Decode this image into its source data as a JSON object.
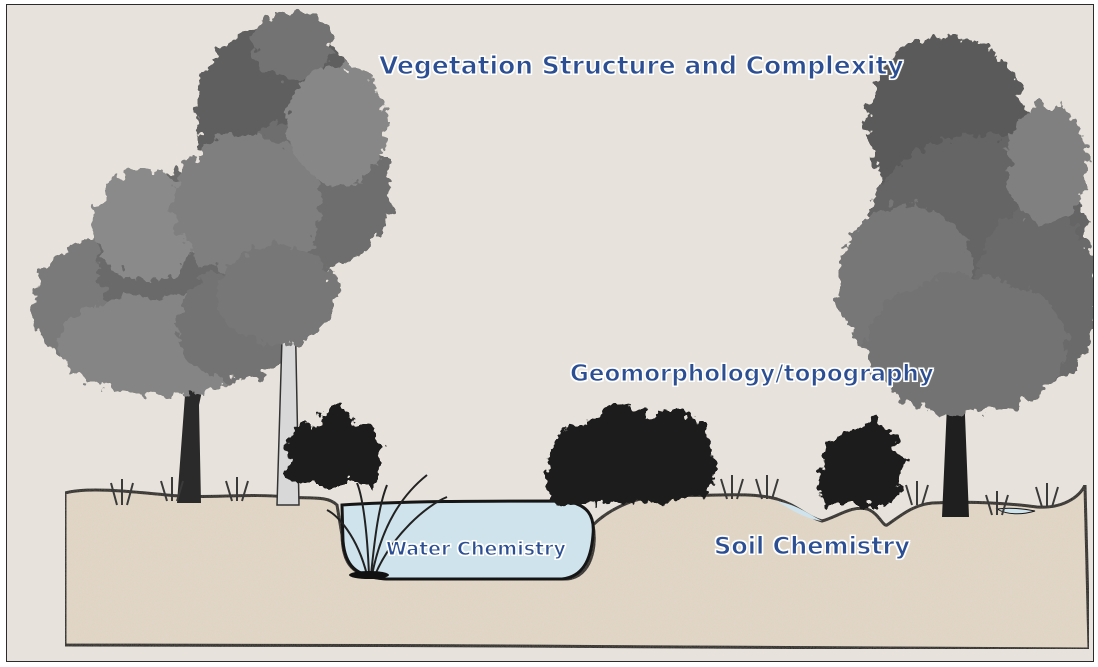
{
  "labels": {
    "vegetation": "Vegetation Structure and Complexity",
    "geomorphology": "Geomorphology/topography",
    "water_chemistry": "Water Chemistry",
    "soil_chemistry": "Soil Chemistry"
  },
  "colors": {
    "background": "#e7e3dc",
    "soil": "#e3d8c8",
    "water": "#cfe3ec",
    "label_text": "#2c4f93",
    "foliage": "#6d6d6d",
    "shrub": "#1e1e1e"
  },
  "illustration": {
    "trees": [
      "oak-tree-left",
      "birch-tree-left",
      "oak-tree-right"
    ],
    "shrubs": [
      "shrub-left",
      "shrub-center",
      "shrub-right"
    ]
  }
}
